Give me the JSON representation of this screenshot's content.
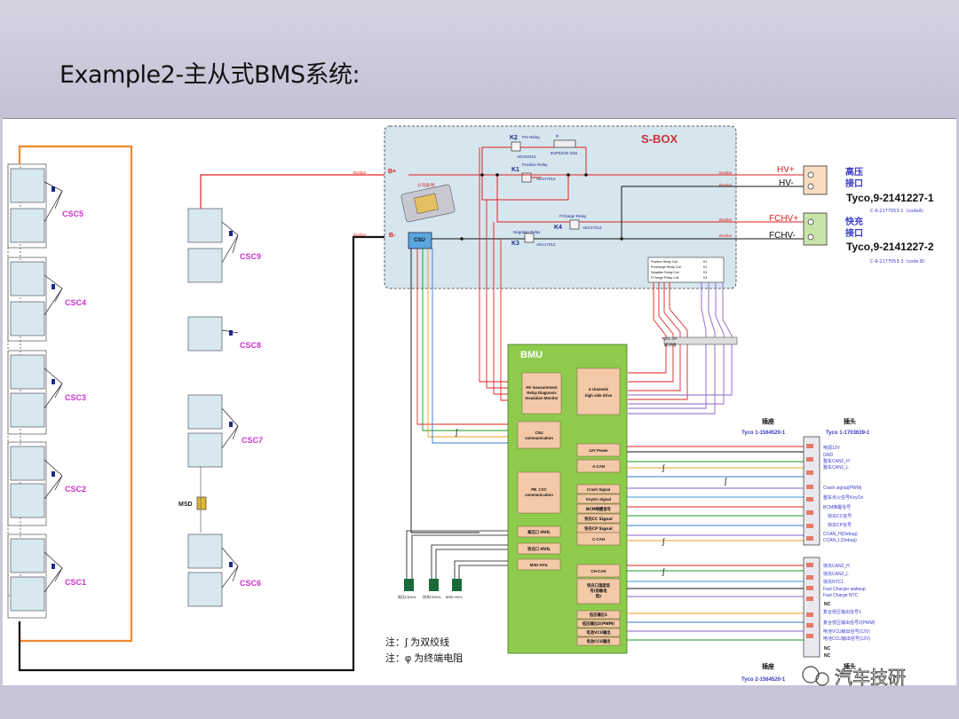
{
  "title": "Example2-主从式BMS系统:",
  "csc_labels": [
    "CSC5",
    "CSC4",
    "CSC3",
    "CSC2",
    "CSC1",
    "CSC9",
    "CSC8",
    "CSC7",
    "CSC6"
  ],
  "sbox": {
    "title": "S-BOX",
    "k2": "K2",
    "pre_relay": "Pre Relay",
    "r": "R",
    "k2_part": "AEV52012",
    "r_part": "ESP63/30-25Ω",
    "k1": "K1",
    "pos_relay": "Positive Relay",
    "k1_part": "AEV17012",
    "k4": "K4",
    "fch_relay": "FCharge Relay",
    "k4_part": "AEV17012",
    "k3": "K3",
    "neg_relay": "Negative Relay",
    "k3_part": "AEV17012",
    "csu": "CSU",
    "bplus": "B+",
    "bminus": "B-",
    "busbar": "Busbar",
    "hv_link": "分流器/预",
    "coil_labels": [
      "Positive Relay Coil",
      "Precharge Relay Coil",
      "Negative Relay Coil",
      "FCharge Relay Coil"
    ],
    "coil_k": [
      "K1",
      "K2",
      "K3",
      "K4"
    ]
  },
  "connectors": {
    "hvplus": "HV+",
    "hvminus": "HV-",
    "hv_title_1": "高压",
    "hv_title_2": "接口",
    "hv_part": "Tyco,9-2141227-1",
    "hv_code": "C-9-2177053-1（codeA）",
    "fchvplus": "FCHV+",
    "fchvminus": "FCHV-",
    "fc_title_1": "快充",
    "fc_title_2": "接口",
    "fc_part": "Tyco,9-2141227-2",
    "fc_code": "C-9-2177053-3（code B）",
    "tyco_note_1": "Tyco, 2P",
    "tyco_note_2": "续对线"
  },
  "bmu": {
    "title": "BMU",
    "hv_monitor": [
      "HV measurement",
      "Relay Diagnosis",
      "Insulation Monitor"
    ],
    "high_side": [
      "4 channels",
      "high side drive"
    ],
    "csu_comm": [
      "CSU",
      "communication"
    ],
    "pb_csc": [
      "PB_CSC",
      "communication"
    ],
    "power": "12V Power",
    "acan": "A-CAN",
    "crash": "Crash Signal",
    "keyon": "KeyOn Signal",
    "bcm": "BCM唤醒信号",
    "cc": "快充CC Signal",
    "cp": "快充CP Signal",
    "ccan": "C-CAN",
    "hvil1": "高压口 HVIL",
    "hvil2": "快充口 HVIL",
    "hvil3": "MSD HVIL",
    "chcan": "CH-CAN",
    "fc_temp": [
      "快充口温度信",
      "号(热敏电",
      "阻)"
    ],
    "out1": "低压输出1",
    "out2": "低压输出2(PWM)",
    "out3": "电池VCU输出",
    "out4": "电池CCU输出"
  },
  "harness": {
    "socket1": "插座",
    "plug1": "插头",
    "socket1_part": "Tyco 1-1564520-1",
    "plug1_part": "Tyco 1-1703639-1",
    "socket2": "插座",
    "plug2": "插头",
    "socket2_part": "Tyco 2-1564520-1",
    "nc": "NC"
  },
  "msd": "MSD",
  "hvil_labels": [
    "高压口HVIL",
    "快充口HVIL",
    "MSD HVIL"
  ],
  "notes": [
    "注：∫ 为双绞线",
    "注：φ 为终端电阻"
  ],
  "watermark": "汽车技研",
  "colors": {
    "csc_label": "#cc33cc",
    "sbox_title": "#cc3333",
    "hv_red": "#e02020",
    "connector_blue": "#4444ff",
    "bmu_green": "#8ecb4c",
    "bmu_block": "#f3c9a8",
    "sbox_bg": "#d8e7ef",
    "orange": "#f08a2e"
  }
}
